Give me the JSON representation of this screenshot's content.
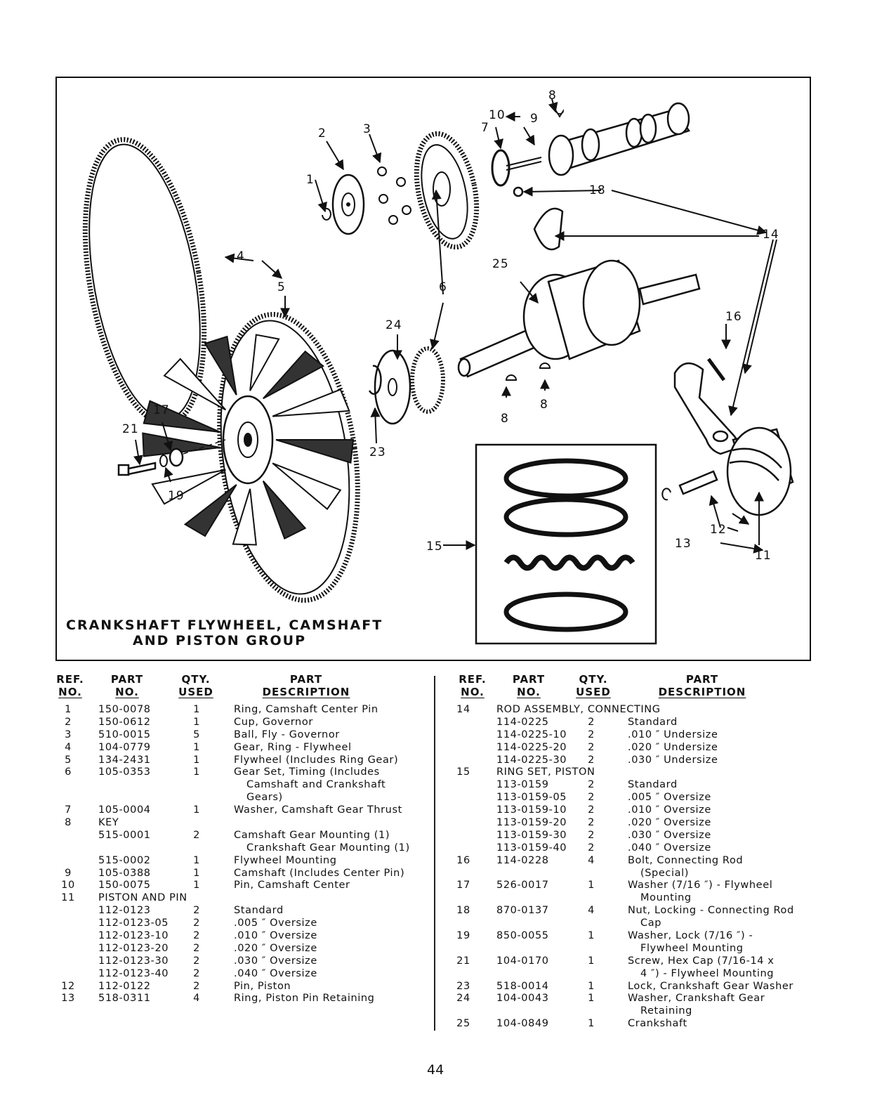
{
  "figure": {
    "title_line1": "CRANKSHAFT FLYWHEEL, CAMSHAFT",
    "title_line2": "AND PISTON GROUP",
    "callouts": {
      "c1": "1",
      "c2": "2",
      "c3": "3",
      "c4": "4",
      "c5": "5",
      "c6": "6",
      "c7": "7",
      "c8a": "8",
      "c8b": "8",
      "c8c": "8",
      "c9": "9",
      "c10": "10",
      "c11": "11",
      "c12": "12",
      "c13": "13",
      "c14": "14",
      "c15": "15",
      "c16": "16",
      "c17": "17",
      "c18": "18",
      "c19": "19",
      "c21": "21",
      "c23": "23",
      "c24": "24",
      "c25": "25"
    }
  },
  "table_headers": {
    "ref_line1": "REF.",
    "ref_line2": "NO.",
    "part_line1": "PART",
    "part_line2": "NO.",
    "qty_line1": "QTY.",
    "qty_line2": "USED",
    "desc_line1": "PART",
    "desc_line2": "DESCRIPTION"
  },
  "left_rows": [
    {
      "ref": "1",
      "part": "150-0078",
      "qty": "1",
      "desc": "Ring, Camshaft Center Pin"
    },
    {
      "ref": "2",
      "part": "150-0612",
      "qty": "1",
      "desc": "Cup, Governor"
    },
    {
      "ref": "3",
      "part": "510-0015",
      "qty": "5",
      "desc": "Ball, Fly - Governor"
    },
    {
      "ref": "4",
      "part": "104-0779",
      "qty": "1",
      "desc": "Gear, Ring - Flywheel"
    },
    {
      "ref": "5",
      "part": "134-2431",
      "qty": "1",
      "desc": "Flywheel (Includes Ring Gear)"
    },
    {
      "ref": "6",
      "part": "105-0353",
      "qty": "1",
      "desc": "Gear Set, Timing (Includes"
    },
    {
      "ref": "",
      "part": "",
      "qty": "",
      "desc": "Camshaft and Crankshaft",
      "indent": true
    },
    {
      "ref": "",
      "part": "",
      "qty": "",
      "desc": "Gears)",
      "indent": true
    },
    {
      "ref": "7",
      "part": "105-0004",
      "qty": "1",
      "desc": "Washer, Camshaft Gear Thrust"
    },
    {
      "ref": "8",
      "part": "KEY",
      "qty": "",
      "desc": ""
    },
    {
      "ref": "",
      "part": "515-0001",
      "qty": "2",
      "desc": "Camshaft Gear Mounting (1)",
      "subpart": true
    },
    {
      "ref": "",
      "part": "",
      "qty": "",
      "desc": "Crankshaft Gear Mounting (1)",
      "indent": true
    },
    {
      "ref": "",
      "part": "515-0002",
      "qty": "1",
      "desc": "Flywheel Mounting",
      "subpart": true
    },
    {
      "ref": "9",
      "part": "105-0388",
      "qty": "1",
      "desc": "Camshaft (Includes Center Pin)"
    },
    {
      "ref": "10",
      "part": "150-0075",
      "qty": "1",
      "desc": "Pin, Camshaft Center"
    },
    {
      "ref": "11",
      "part": "PISTON AND PIN",
      "qty": "",
      "desc": ""
    },
    {
      "ref": "",
      "part": "112-0123",
      "qty": "2",
      "desc": "Standard"
    },
    {
      "ref": "",
      "part": "112-0123-05",
      "qty": "2",
      "desc": ".005 ″ Oversize"
    },
    {
      "ref": "",
      "part": "112-0123-10",
      "qty": "2",
      "desc": ".010 ″ Oversize"
    },
    {
      "ref": "",
      "part": "112-0123-20",
      "qty": "2",
      "desc": ".020 ″ Oversize"
    },
    {
      "ref": "",
      "part": "112-0123-30",
      "qty": "2",
      "desc": ".030 ″ Oversize"
    },
    {
      "ref": "",
      "part": "112-0123-40",
      "qty": "2",
      "desc": ".040 ″ Oversize"
    },
    {
      "ref": "12",
      "part": "112-0122",
      "qty": "2",
      "desc": "Pin, Piston"
    },
    {
      "ref": "13",
      "part": "518-0311",
      "qty": "4",
      "desc": "Ring, Piston Pin Retaining"
    }
  ],
  "right_rows": [
    {
      "ref": "14",
      "part": "ROD ASSEMBLY, CONNECTING",
      "qty": "",
      "desc": ""
    },
    {
      "ref": "",
      "part": "114-0225",
      "qty": "2",
      "desc": "Standard"
    },
    {
      "ref": "",
      "part": "114-0225-10",
      "qty": "2",
      "desc": ".010 ″ Undersize"
    },
    {
      "ref": "",
      "part": "114-0225-20",
      "qty": "2",
      "desc": ".020 ″ Undersize"
    },
    {
      "ref": "",
      "part": "114-0225-30",
      "qty": "2",
      "desc": ".030 ″ Undersize"
    },
    {
      "ref": "15",
      "part": "RING SET, PISTON",
      "qty": "",
      "desc": ""
    },
    {
      "ref": "",
      "part": "113-0159",
      "qty": "2",
      "desc": "Standard"
    },
    {
      "ref": "",
      "part": "113-0159-05",
      "qty": "2",
      "desc": ".005 ″ Oversize"
    },
    {
      "ref": "",
      "part": "113-0159-10",
      "qty": "2",
      "desc": ".010 ″ Oversize"
    },
    {
      "ref": "",
      "part": "113-0159-20",
      "qty": "2",
      "desc": ".020 ″ Oversize"
    },
    {
      "ref": "",
      "part": "113-0159-30",
      "qty": "2",
      "desc": ".030 ″ Oversize"
    },
    {
      "ref": "",
      "part": "113-0159-40",
      "qty": "2",
      "desc": ".040 ″ Oversize"
    },
    {
      "ref": "16",
      "part": "114-0228",
      "qty": "4",
      "desc": "Bolt, Connecting Rod"
    },
    {
      "ref": "",
      "part": "",
      "qty": "",
      "desc": "(Special)",
      "indent": true
    },
    {
      "ref": "17",
      "part": "526-0017",
      "qty": "1",
      "desc": "Washer (7/16 ″) - Flywheel"
    },
    {
      "ref": "",
      "part": "",
      "qty": "",
      "desc": "Mounting",
      "indent": true
    },
    {
      "ref": "18",
      "part": "870-0137",
      "qty": "4",
      "desc": "Nut, Locking - Connecting Rod"
    },
    {
      "ref": "",
      "part": "",
      "qty": "",
      "desc": "Cap",
      "indent": true
    },
    {
      "ref": "19",
      "part": "850-0055",
      "qty": "1",
      "desc": "Washer, Lock (7/16 ″) -"
    },
    {
      "ref": "",
      "part": "",
      "qty": "",
      "desc": "Flywheel Mounting",
      "indent": true
    },
    {
      "ref": "21",
      "part": "104-0170",
      "qty": "1",
      "desc": "Screw, Hex Cap (7/16-14 x"
    },
    {
      "ref": "",
      "part": "",
      "qty": "",
      "desc": "4 ″) - Flywheel Mounting",
      "indent": true
    },
    {
      "ref": "23",
      "part": "518-0014",
      "qty": "1",
      "desc": "Lock, Crankshaft Gear Washer"
    },
    {
      "ref": "24",
      "part": "104-0043",
      "qty": "1",
      "desc": "Washer, Crankshaft Gear"
    },
    {
      "ref": "",
      "part": "",
      "qty": "",
      "desc": "Retaining",
      "indent": true
    },
    {
      "ref": "25",
      "part": "104-0849",
      "qty": "1",
      "desc": "Crankshaft"
    }
  ],
  "page_number": "44"
}
